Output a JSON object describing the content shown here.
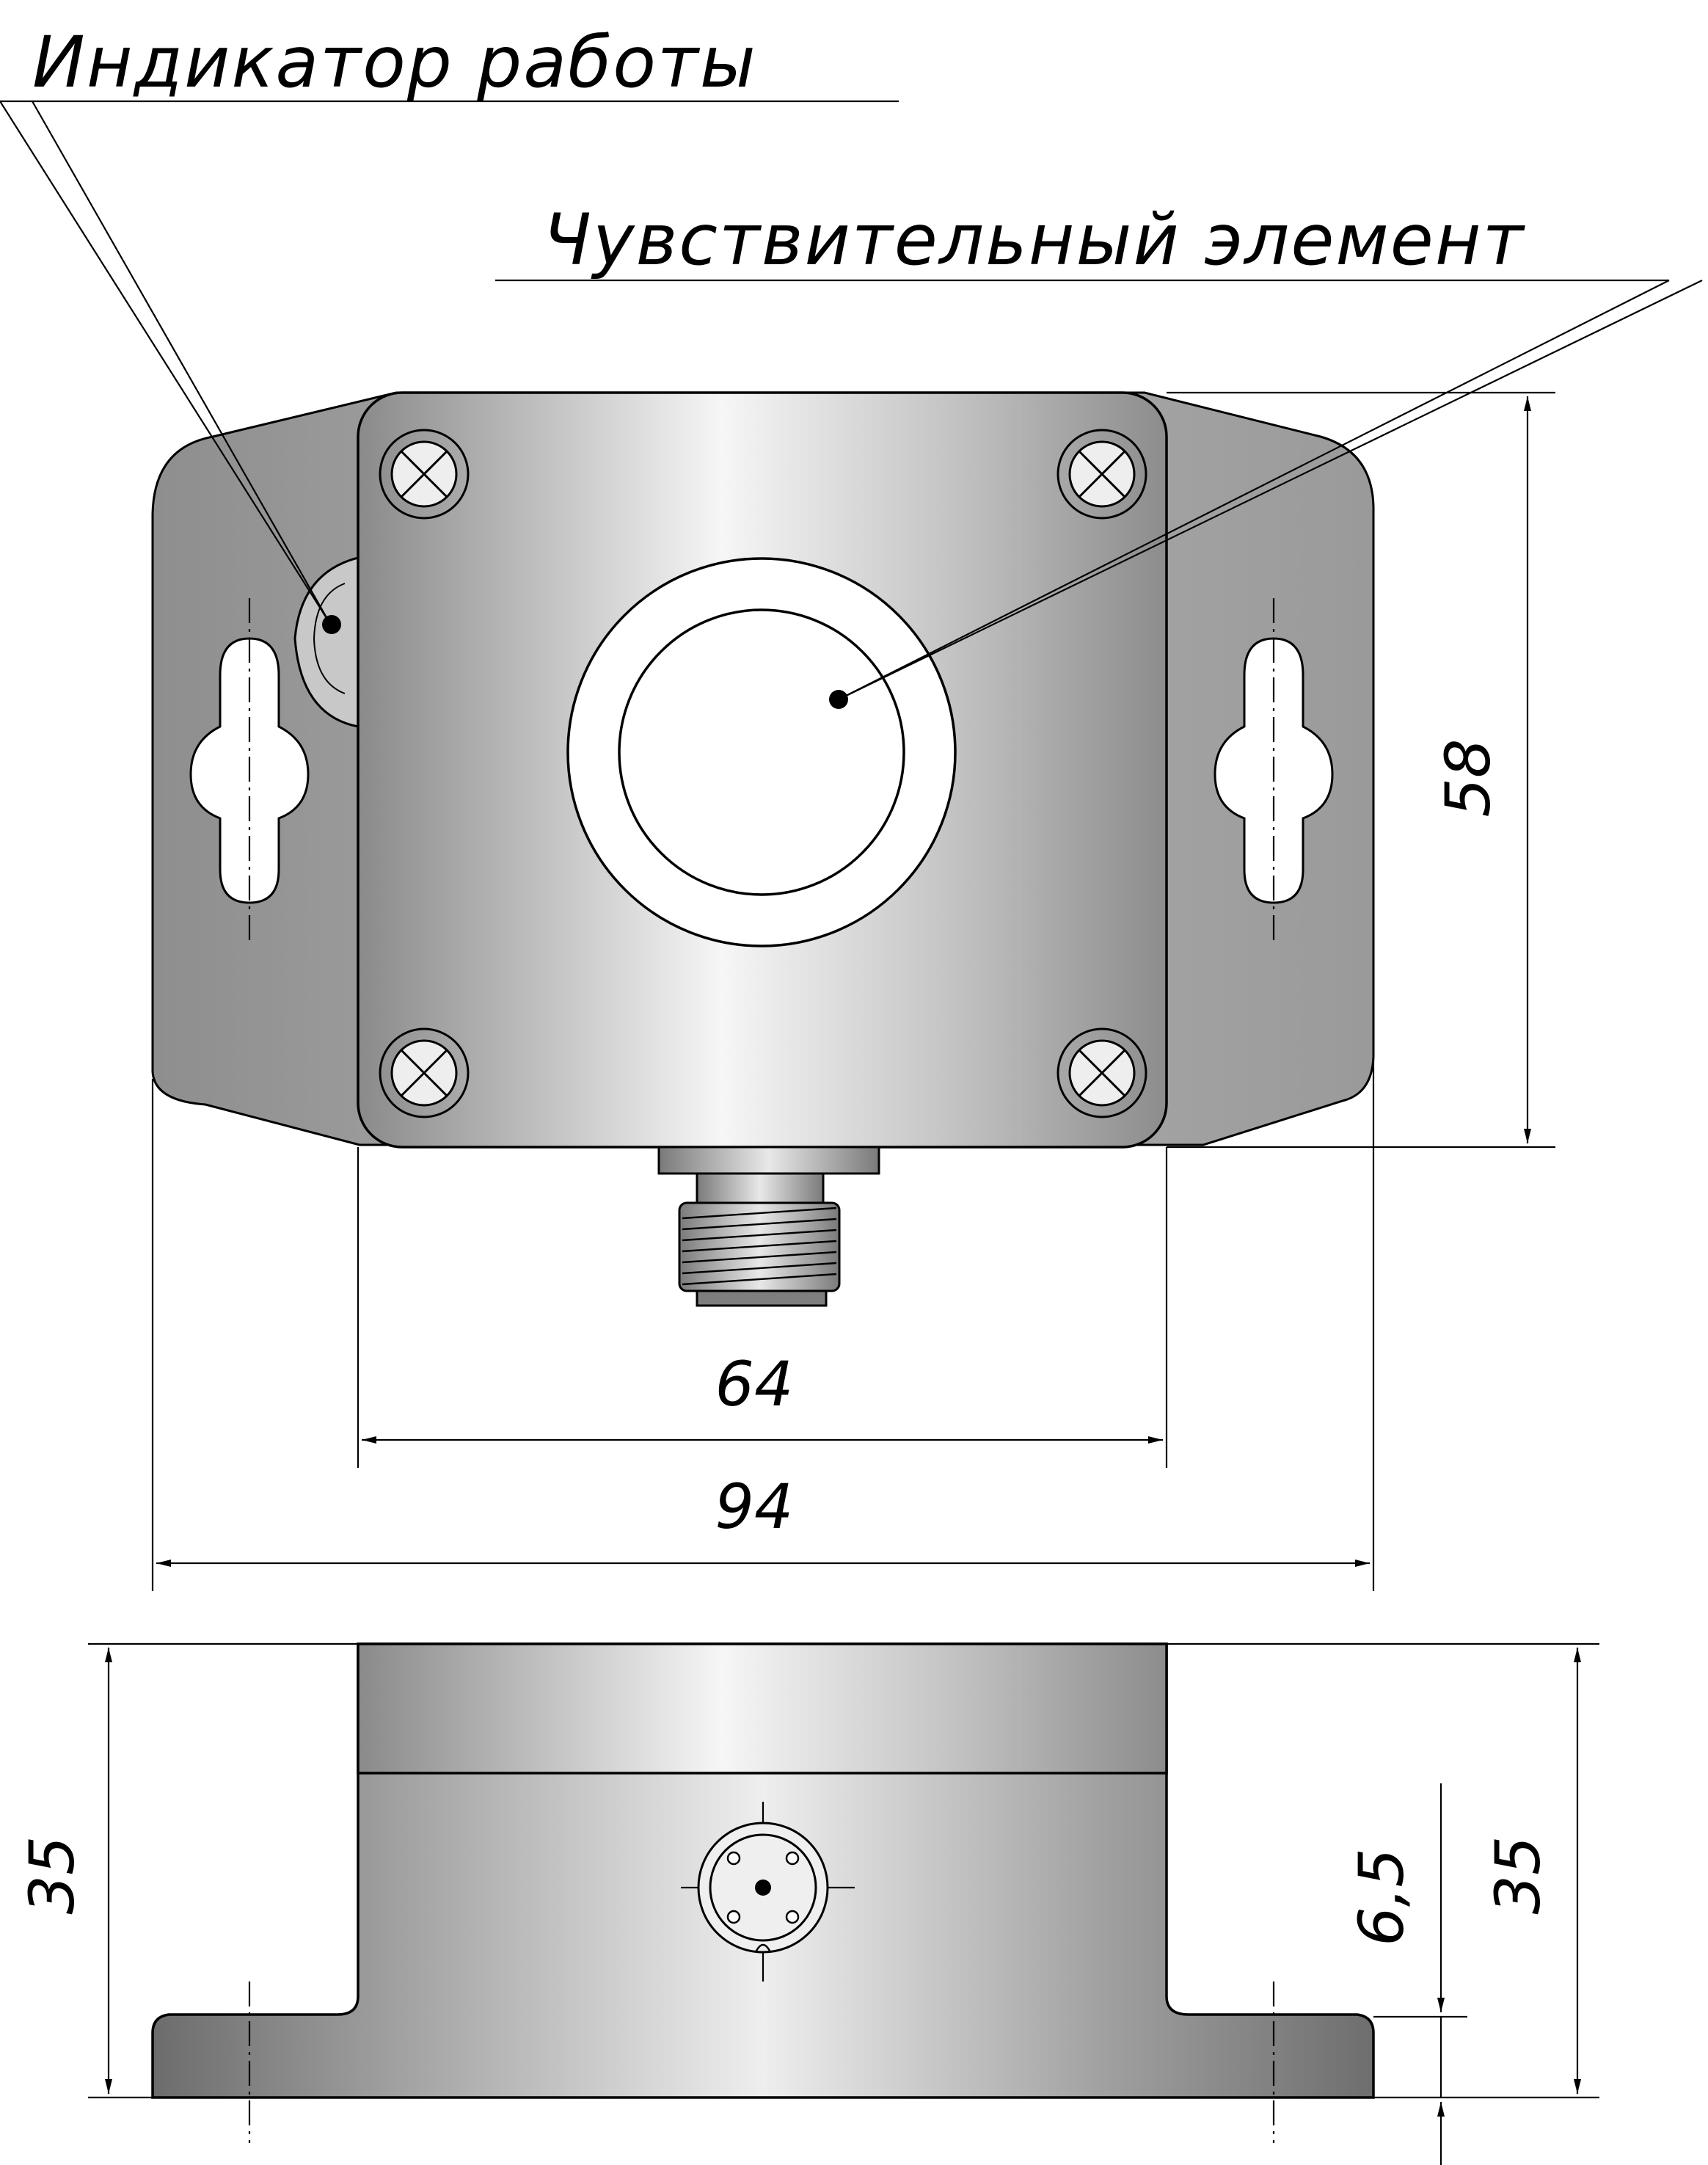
{
  "labels": {
    "indicator": "Индикатор работы",
    "sensor": "Чувствительный элемент"
  },
  "dimensions": {
    "height_top_view": "58",
    "inner_width": "64",
    "outer_width": "94",
    "height_side_left": "35",
    "height_side_right": "35",
    "flange_thickness": "6,5"
  },
  "colors": {
    "body_light": "#f4f4f4",
    "body_mid": "#b8b8b8",
    "body_dark": "#7c7c7c",
    "line": "#000000"
  }
}
